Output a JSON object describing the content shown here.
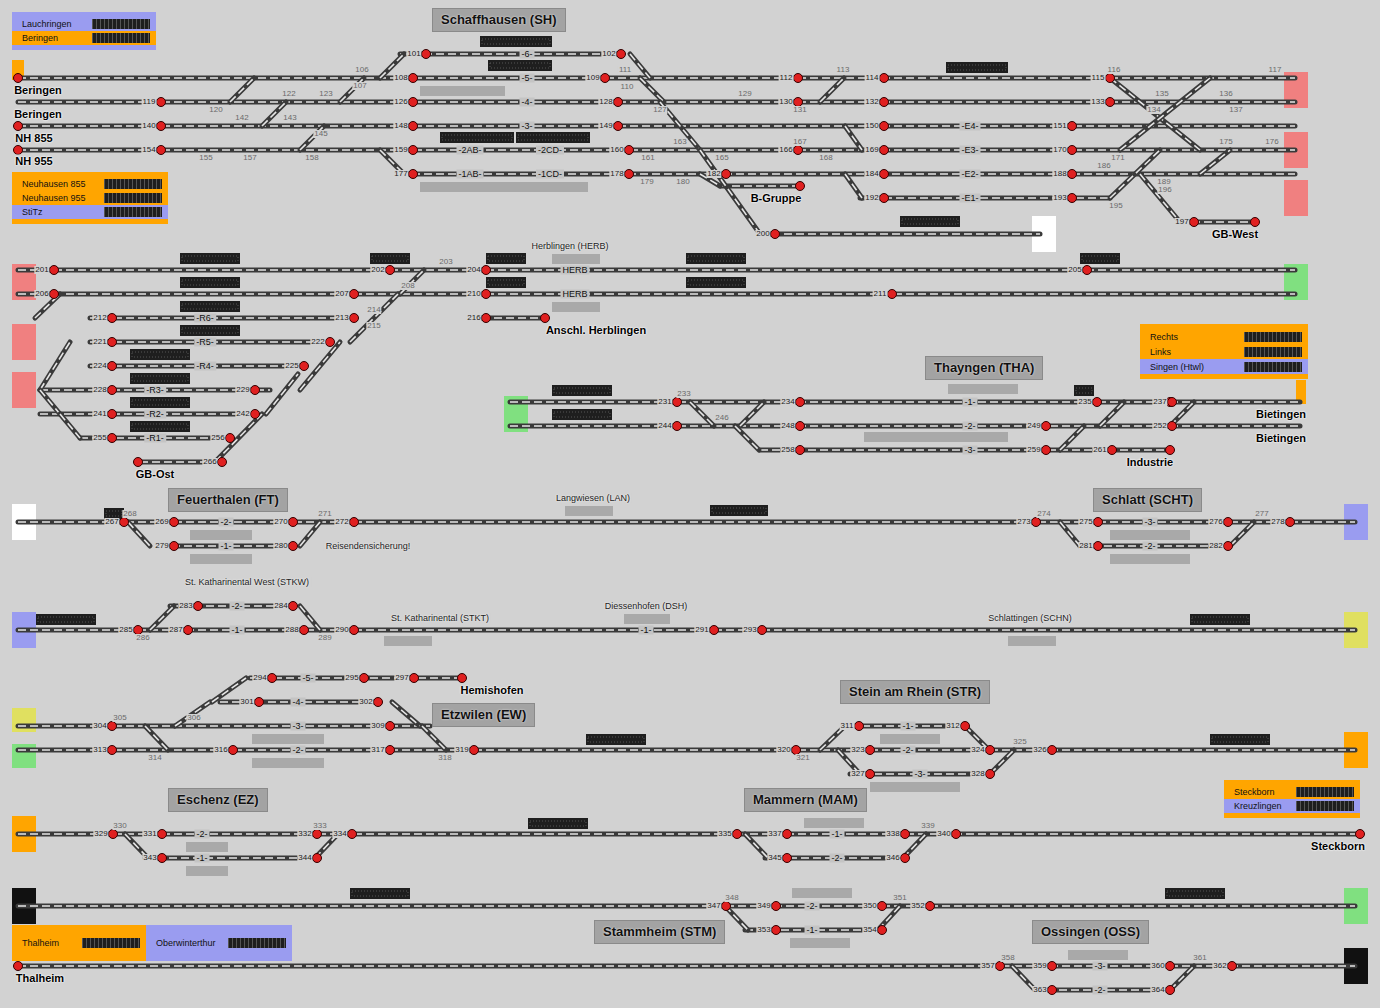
{
  "diagram": {
    "nodes": [
      {
        "text": [
          "Schaffhausen (SH)"
        ]
      },
      {
        "text": [
          "Lauchringen",
          "Beringen"
        ]
      },
      {
        "text": [
          "Neuhausen 855",
          "Neuhausen 955",
          "StiTz"
        ]
      },
      {
        "text": [
          "Rechts",
          "Links",
          "Singen (Htwl)"
        ]
      },
      {
        "text": [
          "Thayngen (THA)"
        ]
      },
      {
        "text": [
          "Feuerthalen (FT)"
        ]
      },
      {
        "text": [
          "Schlatt (SCHT)"
        ]
      },
      {
        "text": [
          "Stein am Rhein (STR)"
        ]
      },
      {
        "text": [
          "Etzwilen (EW)"
        ]
      },
      {
        "text": [
          "Steckborn",
          "Kreuzlingen"
        ]
      },
      {
        "text": [
          "Eschenz (EZ)"
        ]
      },
      {
        "text": [
          "Mammern (MAM)"
        ]
      },
      {
        "text": [
          "Stammheim (STM)"
        ]
      },
      {
        "text": [
          "Ossingen (OSS)"
        ]
      },
      {
        "text": [
          "Thalheim"
        ]
      },
      {
        "text": [
          "Oberwinterthur"
        ]
      }
    ],
    "labels": [
      "Beringen",
      "Beringen",
      "NH 855",
      "NH 955",
      "-6-",
      "-5-",
      "-4-",
      "-3-",
      "-2AB-",
      "-2CD-",
      "-1AB-",
      "-1CD-",
      "-E4-",
      "-E3-",
      "-E2-",
      "-E1-",
      "B-Gruppe",
      "GB-West",
      "101",
      "102",
      "108",
      "109",
      "112",
      "114",
      "115",
      "119",
      "126",
      "128",
      "130",
      "132",
      "133",
      "140",
      "148",
      "149",
      "150",
      "151",
      "154",
      "159",
      "160",
      "166",
      "169",
      "170",
      "177",
      "178",
      "182",
      "184",
      "188",
      "192",
      "193",
      "197",
      "200",
      "106",
      "107",
      "110",
      "111",
      "113",
      "116",
      "117",
      "120",
      "122",
      "123",
      "127",
      "129",
      "131",
      "134",
      "135",
      "136",
      "137",
      "142",
      "143",
      "145",
      "155",
      "157",
      "158",
      "161",
      "163",
      "165",
      "167",
      "168",
      "171",
      "175",
      "176",
      "179",
      "180",
      "186",
      "189",
      "195",
      "196",
      "Herblingen (HERB)",
      "HERB",
      "HERB",
      "201",
      "202",
      "203",
      "204",
      "205",
      "206",
      "207",
      "208",
      "210",
      "211",
      "212",
      "213",
      "214",
      "215",
      "216",
      "Anschl. Herblingen",
      "-R6-",
      "-R5-",
      "-R4-",
      "-R3-",
      "-R2-",
      "-R1-",
      "221",
      "222",
      "224",
      "225",
      "228",
      "229",
      "241",
      "242",
      "255",
      "256",
      "266",
      "GB-Ost",
      "231",
      "233",
      "234",
      "-1-",
      "235",
      "237",
      "244",
      "246",
      "248",
      "-2-",
      "249",
      "252",
      "258",
      "-3-",
      "259",
      "261",
      "Bietingen",
      "Bietingen",
      "Industrie",
      "267",
      "268",
      "269",
      "-2-",
      "270",
      "271",
      "272",
      "-1-",
      "279",
      "280",
      "Reisendensicherung!",
      "Langwiesen (LAN)",
      "273",
      "274",
      "275",
      "-3-",
      "276",
      "277",
      "278",
      "281",
      "-2-",
      "282",
      "St. Katharinental West (STKW)",
      "283",
      "-2-",
      "284",
      "285",
      "286",
      "287",
      "-1-",
      "288",
      "289",
      "290",
      "St. Katharinental (STKT)",
      "Diessenhofen (DSH)",
      "-1-",
      "291",
      "293",
      "Schlattingen (SCHN)",
      "294",
      "-5-",
      "295",
      "297",
      "Hemishofen",
      "301",
      "-4-",
      "302",
      "304",
      "305",
      "306",
      "-3-",
      "309",
      "313",
      "314",
      "316",
      "-2-",
      "317",
      "318",
      "319",
      "311",
      "-1-",
      "312",
      "320",
      "321",
      "323",
      "-2-",
      "324",
      "325",
      "326",
      "327",
      "-3-",
      "328",
      "329",
      "330",
      "331",
      "-2-",
      "332",
      "333",
      "334",
      "343",
      "-1-",
      "344",
      "335",
      "337",
      "-1-",
      "338",
      "339",
      "340",
      "345",
      "-2-",
      "346",
      "Steckborn",
      "347",
      "348",
      "349",
      "-2-",
      "350",
      "351",
      "352",
      "353",
      "-1-",
      "354",
      "357",
      "358",
      "359",
      "-3-",
      "360",
      "361",
      "362",
      "363",
      "-2-",
      "364",
      "Thalheim"
    ]
  }
}
